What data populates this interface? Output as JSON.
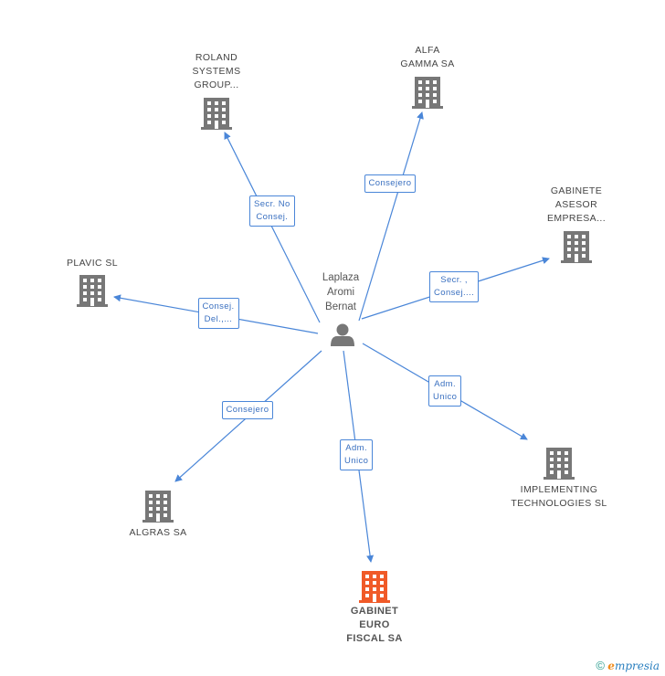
{
  "person": {
    "lines": [
      "Laplaza",
      "Aromi",
      "Bernat"
    ]
  },
  "companies": [
    {
      "id": "roland",
      "lines": [
        "ROLAND",
        "SYSTEMS",
        "GROUP..."
      ],
      "color": "#777777"
    },
    {
      "id": "alfa",
      "lines": [
        "ALFA",
        "GAMMA SA"
      ],
      "color": "#777777"
    },
    {
      "id": "gabinete-asesor",
      "lines": [
        "GABINETE",
        "ASESOR",
        "EMPRESA..."
      ],
      "color": "#777777"
    },
    {
      "id": "plavic",
      "lines": [
        "PLAVIC SL"
      ],
      "color": "#777777"
    },
    {
      "id": "implementing",
      "lines": [
        "IMPLEMENTING",
        "TECHNOLOGIES SL"
      ],
      "color": "#777777"
    },
    {
      "id": "algras",
      "lines": [
        "ALGRAS SA"
      ],
      "color": "#777777"
    },
    {
      "id": "gabinet-euro",
      "lines": [
        "GABINET",
        "EURO",
        "FISCAL SA"
      ],
      "color": "#f05a28"
    }
  ],
  "edges": [
    {
      "to": "roland",
      "lines": [
        "Secr. No",
        "Consej."
      ]
    },
    {
      "to": "alfa",
      "lines": [
        "Consejero"
      ]
    },
    {
      "to": "gabinete-asesor",
      "lines": [
        "Secr. ,",
        "Consej...."
      ]
    },
    {
      "to": "plavic",
      "lines": [
        "Consej.",
        "Del.,..."
      ]
    },
    {
      "to": "implementing",
      "lines": [
        "Adm.",
        "Unico"
      ]
    },
    {
      "to": "algras",
      "lines": [
        "Consejero"
      ]
    },
    {
      "to": "gabinet-euro",
      "lines": [
        "Adm.",
        "Unico"
      ]
    }
  ],
  "colors": {
    "edge": "#4a86d8",
    "building": "#777777",
    "focus": "#f05a28",
    "person": "#777777"
  },
  "brand": {
    "symbol": "©",
    "initial": "e",
    "rest": "mpresia"
  }
}
